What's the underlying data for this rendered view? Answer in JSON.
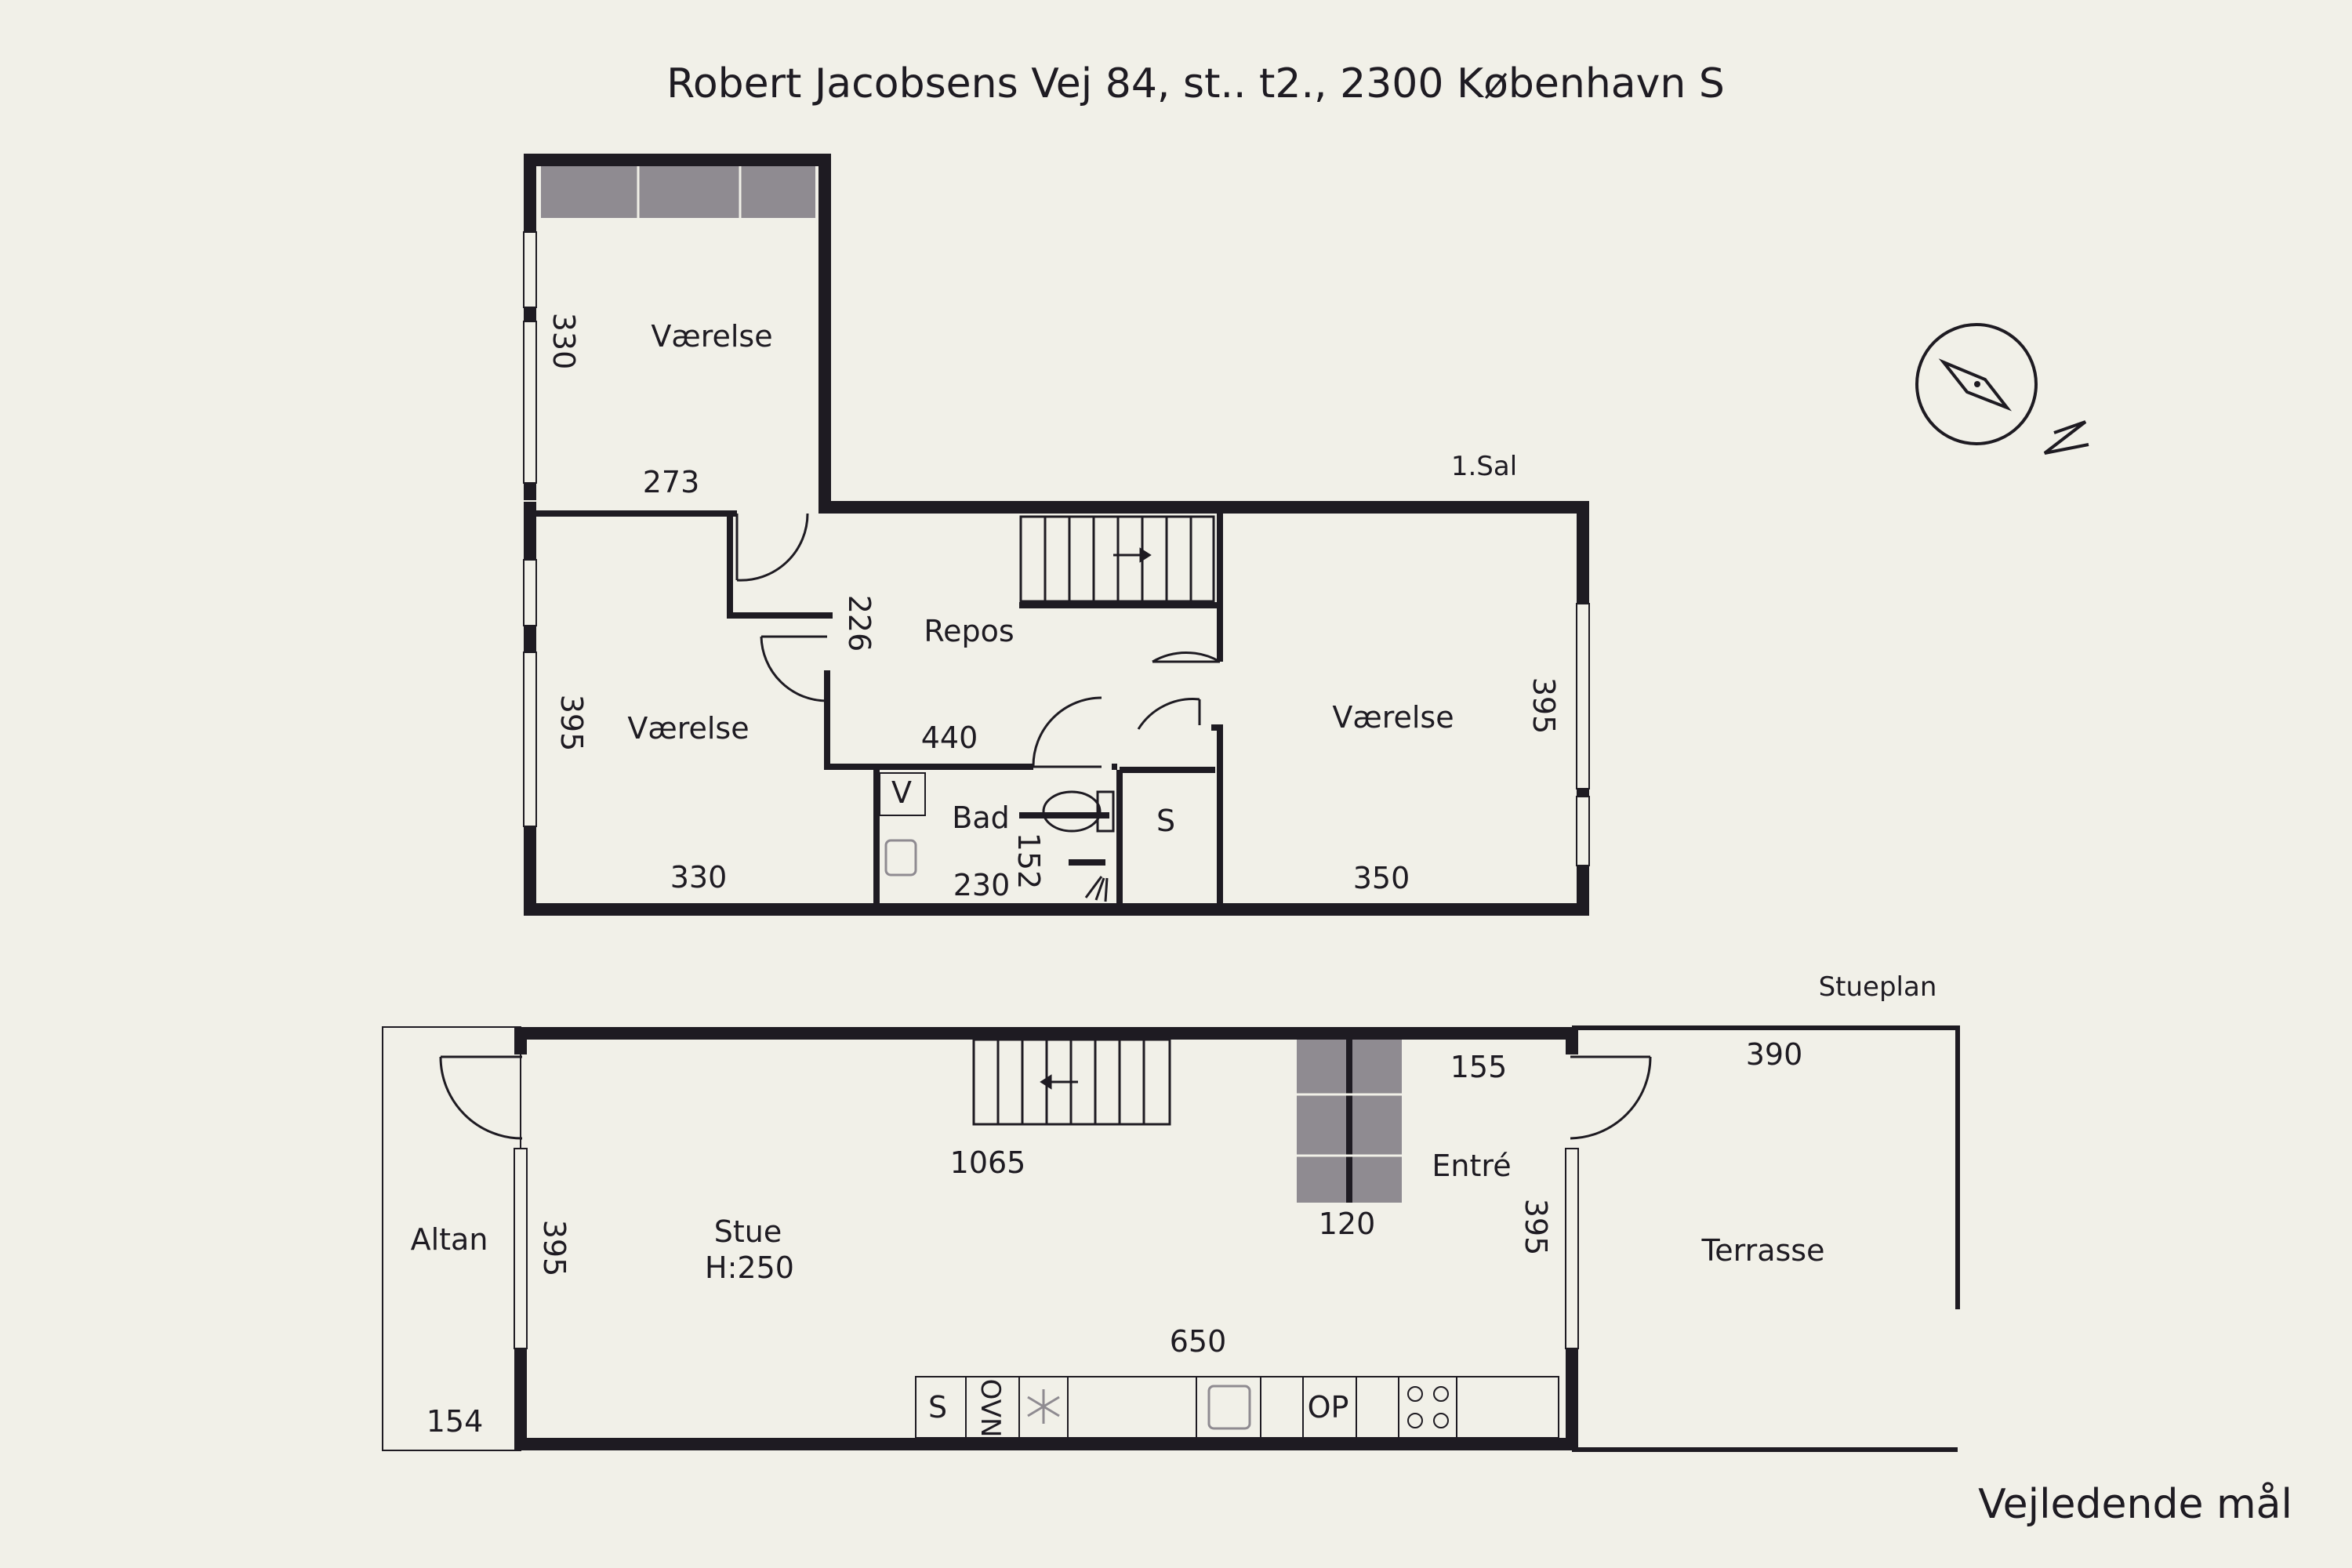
{
  "title": "Robert Jacobsens Vej 84, st.. t2., 2300 København S",
  "footer": "Vejledende mål",
  "compass": {
    "icon": "compass-icon",
    "north_label": "N"
  },
  "colors": {
    "background": "#f1f0e8",
    "wall": "#1e1b22",
    "fixture": "#8f8b91"
  },
  "floors": {
    "upper": {
      "label": "1.Sal",
      "rooms": [
        {
          "name": "Værelse",
          "dims": [
            "330",
            "273"
          ]
        },
        {
          "name": "Repos",
          "dims": [
            "226",
            "440"
          ]
        },
        {
          "name": "Værelse",
          "dims": [
            "395",
            "330"
          ]
        },
        {
          "name": "Bad",
          "dims": [
            "152",
            "230"
          ]
        },
        {
          "name": "S"
        },
        {
          "name": "Værelse",
          "dims": [
            "395",
            "350"
          ]
        }
      ],
      "fixtures": {
        "washer": "V"
      }
    },
    "ground": {
      "label": "Stueplan",
      "rooms": [
        {
          "name": "Altan",
          "dims": [
            "154"
          ]
        },
        {
          "name": "Stue",
          "height": "H:250",
          "dims": [
            "395",
            "1065",
            "650"
          ]
        },
        {
          "name": "Entré",
          "dims": [
            "155",
            "120",
            "395"
          ]
        },
        {
          "name": "Terrasse",
          "dims": [
            "390"
          ]
        }
      ],
      "kitchen": [
        "S",
        "OVN",
        "OP"
      ]
    }
  }
}
